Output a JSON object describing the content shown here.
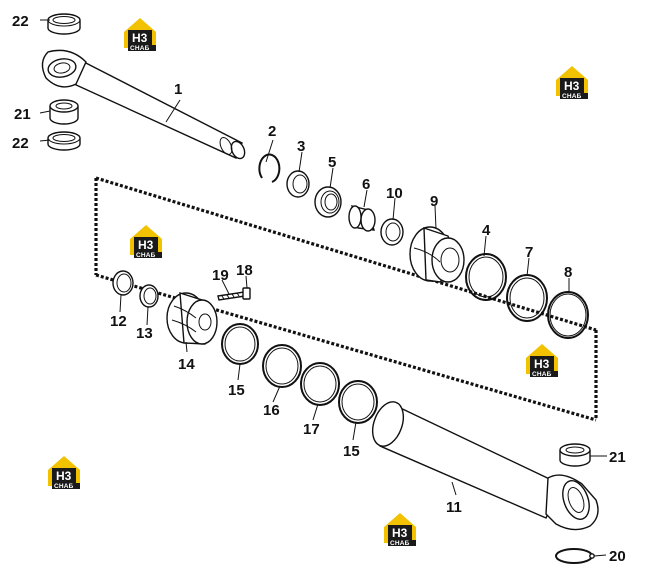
{
  "logo": {
    "letters": "H3",
    "subtext": "СНАБ",
    "accent": "#f2c200",
    "dark": "#1a1a1a"
  },
  "labels": {
    "p1": "1",
    "p2": "2",
    "p3": "3",
    "p4": "4",
    "p5": "5",
    "p6": "6",
    "p7": "7",
    "p8": "8",
    "p9": "9",
    "p10": "10",
    "p11": "11",
    "p12": "12",
    "p13": "13",
    "p14": "14",
    "p15a": "15",
    "p15b": "15",
    "p16": "16",
    "p17": "17",
    "p18": "18",
    "p19": "19",
    "p20": "20",
    "p21a": "21",
    "p21b": "21",
    "p22a": "22",
    "p22b": "22"
  }
}
